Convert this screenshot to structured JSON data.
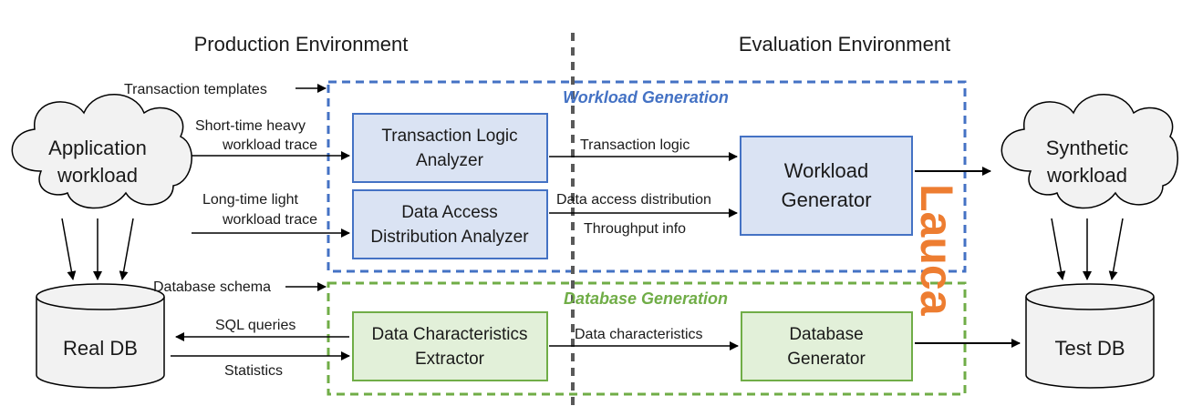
{
  "headers": {
    "production": "Production Environment",
    "evaluation": "Evaluation Environment"
  },
  "left_cloud": {
    "line1": "Application",
    "line2": "workload"
  },
  "right_cloud": {
    "line1": "Synthetic",
    "line2": "workload"
  },
  "real_db": {
    "label": "Real DB"
  },
  "test_db": {
    "label": "Test DB"
  },
  "inputs": {
    "transaction_templates": "Transaction templates",
    "short_trace_1": "Short-time heavy",
    "short_trace_2": "workload trace",
    "long_trace_1": "Long-time light",
    "long_trace_2": "workload trace",
    "database_schema": "Database schema",
    "sql_queries": "SQL queries",
    "statistics": "Statistics"
  },
  "workload_generation": {
    "title": "Workload Generation",
    "tla_1": "Transaction Logic",
    "tla_2": "Analyzer",
    "dada_1": "Data Access",
    "dada_2": "Distribution Analyzer",
    "wg_1": "Workload",
    "wg_2": "Generator",
    "transaction_logic": "Transaction logic",
    "data_access_distribution": "Data access distribution",
    "throughput_info": "Throughput info"
  },
  "database_generation": {
    "title": "Database Generation",
    "dce_1": "Data Characteristics",
    "dce_2": "Extractor",
    "dg_1": "Database",
    "dg_2": "Generator",
    "data_characteristics": "Data characteristics"
  },
  "brand": "Lauca",
  "colors": {
    "blue_border": "#4472c4",
    "blue_fill": "#dae3f3",
    "green_border": "#70ad47",
    "green_fill": "#e2f0d9",
    "orange": "#ed7d31",
    "gray_fill": "#f2f2f2",
    "divider": "#595959"
  }
}
